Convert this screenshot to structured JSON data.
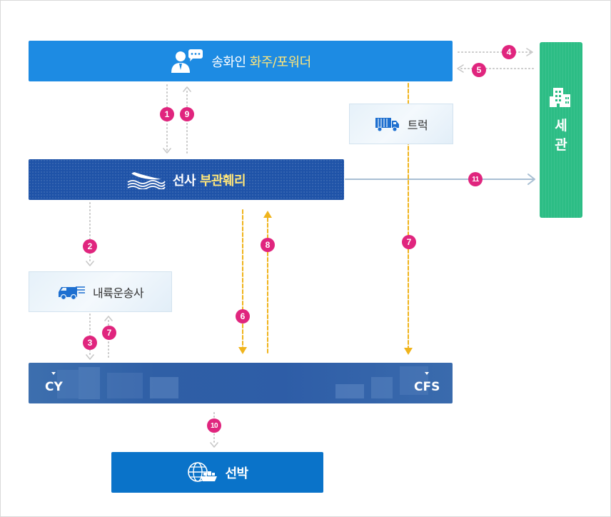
{
  "shipper": {
    "label_prefix": "송화인 ",
    "label_highlight": "화주/포워더",
    "icon": "user-chat-icon"
  },
  "carrier": {
    "label_prefix": "선사 ",
    "label_highlight": "부관훼리",
    "icon": "ship-wave-icon"
  },
  "customs": {
    "label": "세관",
    "icon": "building-icon"
  },
  "truck": {
    "label": "트럭",
    "icon": "truck-icon"
  },
  "inland": {
    "label": "내륙운송사",
    "icon": "delivery-van-icon"
  },
  "terminal": {
    "left_label": "CY",
    "right_label": "CFS"
  },
  "vessel": {
    "label": "선박",
    "icon": "globe-ship-icon"
  },
  "steps": [
    "1",
    "2",
    "3",
    "4",
    "5",
    "6",
    "7",
    "7",
    "8",
    "9",
    "10",
    "11"
  ],
  "colors": {
    "shipper": "#1d8be3",
    "carrier": "#1f53a8",
    "customs": "#2cbd85",
    "vessel": "#0a73c9",
    "badge": "#e0257e",
    "arrow_yellow": "#f0b41c",
    "arrow_gray": "#c8c8c8",
    "arrow_blue": "#a9bfd3"
  }
}
